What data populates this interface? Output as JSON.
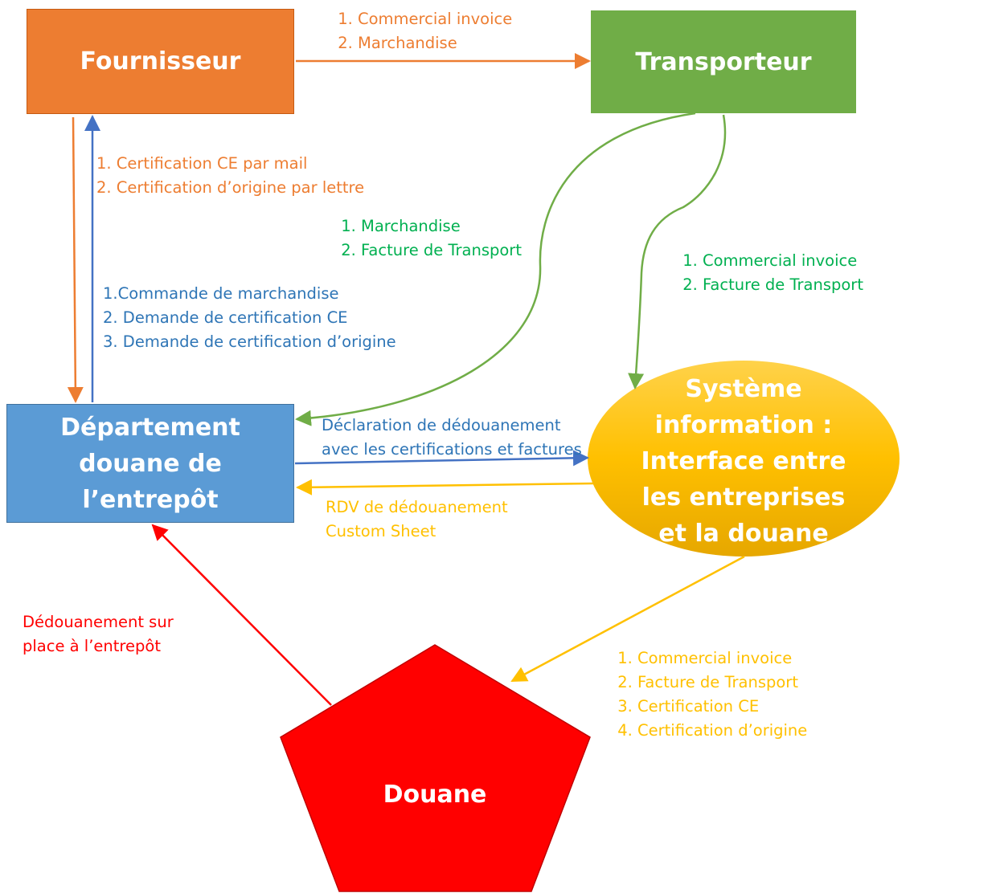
{
  "nodes": {
    "fournisseur": "Fournisseur",
    "transporteur": "Transporteur",
    "departement_line1": "Département",
    "departement_line2": "douane de l’entrepôt",
    "systeme_lines": [
      "Système",
      "information :",
      "Interface entre",
      "les entreprises",
      "et la douane"
    ],
    "douane": "Douane"
  },
  "labels": {
    "fournisseur_to_transporteur": [
      "Commercial invoice",
      "Marchandise"
    ],
    "fournisseur_to_departement": [
      "1. Certification CE par mail",
      "2. Certification d’origine par lettre"
    ],
    "transporteur_to_departement": [
      "Marchandise",
      "Facture de Transport"
    ],
    "transporteur_to_systeme": [
      "Commercial invoice",
      "Facture de Transport"
    ],
    "departement_to_fournisseur": [
      "1.Commande de marchandise",
      "2. Demande de certification CE",
      "3. Demande de certification d’origine"
    ],
    "departement_to_systeme": [
      "Déclaration de dédouanement",
      "avec les certifications et factures"
    ],
    "systeme_to_departement": [
      "RDV de dédouanement",
      "Custom Sheet"
    ],
    "douane_to_departement": [
      "Dédouanement sur",
      "place à l’entrepôt"
    ],
    "systeme_to_douane": [
      "Commercial invoice",
      "Facture de Transport",
      "Certification CE",
      "Certification d’origine"
    ]
  },
  "colors": {
    "orange": "#ED7D31",
    "green": "#70AD47",
    "green_text": "#00B050",
    "blue": "#5B9BD5",
    "blue_text": "#2E75B6",
    "yellow": "#FFC000",
    "red": "#FF0000"
  }
}
